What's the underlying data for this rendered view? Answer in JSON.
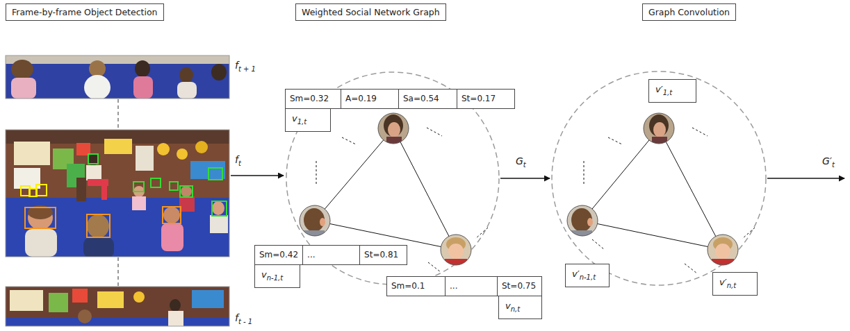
{
  "diagram": {
    "nodes": [
      {
        "text": [
          "Frame-by-frame Object Detection"
        ]
      },
      {
        "text": [
          "Weighted Social Network Graph"
        ]
      },
      {
        "text": [
          "Graph Convolution"
        ]
      },
      {
        "text": [
          "Sm=0.32",
          "A=0.19",
          "Sa=0.54",
          "St=0.17"
        ]
      },
      {
        "text": [
          "v",
          "1,t"
        ]
      },
      {
        "text": [
          "v′",
          "1,t"
        ]
      },
      {
        "text": [
          "Sm=0.42",
          "...",
          "St=0.81"
        ]
      },
      {
        "text": [
          "v",
          "n-1,t"
        ]
      },
      {
        "text": [
          "v′",
          "n-1,t"
        ]
      },
      {
        "text": [
          "Sm=0.1",
          "...",
          "St=0.75"
        ]
      },
      {
        "text": [
          "v",
          "n,t"
        ]
      },
      {
        "text": [
          "v′",
          "n,t"
        ]
      }
    ],
    "labels": [
      "f",
      "t + 1",
      "f",
      "t",
      "G",
      "t",
      "G′",
      "t",
      "f",
      "t - 1"
    ]
  }
}
